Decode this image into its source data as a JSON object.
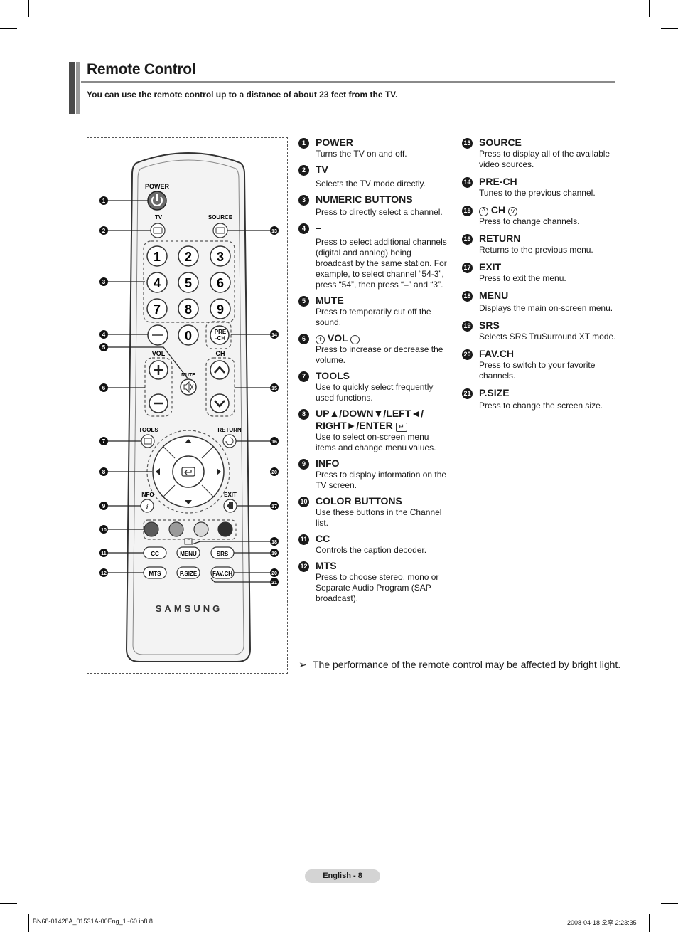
{
  "page": {
    "title": "Remote Control",
    "subtitle": "You can use the remote control up to a distance of about 23 feet from the TV.",
    "note": "The performance of the remote control may be affected by bright light.",
    "footer_label": "English - 8",
    "footer_left": "BN68-01428A_01531A-00Eng_1~60.in8   8",
    "footer_right": "2008-04-18   오후 2:23:35"
  },
  "remote": {
    "labels": {
      "power": "POWER",
      "tv": "TV",
      "source": "SOURCE",
      "vol": "VOL",
      "ch": "CH",
      "mute": "MUTE",
      "prech_1": "PRE",
      "prech_2": "-CH",
      "tools": "TOOLS",
      "return": "RETURN",
      "info": "INFO",
      "exit": "EXIT",
      "cc": "CC",
      "menu": "MENU",
      "srs": "SRS",
      "mts": "MTS",
      "psize": "P.SIZE",
      "favch": "FAV.CH",
      "brand": "SAMSUNG",
      "dash": "—"
    },
    "digits": [
      "1",
      "2",
      "3",
      "4",
      "5",
      "6",
      "7",
      "8",
      "9",
      "0"
    ],
    "callouts_left": [
      "1",
      "2",
      "3",
      "4",
      "5",
      "6",
      "7",
      "8",
      "9",
      "10",
      "11",
      "12"
    ],
    "callouts_right": [
      "13",
      "14",
      "15",
      "16",
      "20",
      "17",
      "18",
      "19",
      "20",
      "21"
    ],
    "color_buttons": [
      "#5a5a5a",
      "#9a9a9a",
      "#d8d8d8",
      "#2e2e2e"
    ]
  },
  "items_col1": [
    {
      "num": "1",
      "title": "POWER",
      "desc": "Turns the TV on and off."
    },
    {
      "num": "2",
      "title": "TV",
      "desc": "Selects the TV mode directly."
    },
    {
      "num": "3",
      "title": "NUMERIC BUTTONS",
      "desc": "Press to directly select a channel."
    },
    {
      "num": "4",
      "title": "–",
      "desc": "Press to select additional channels (digital and analog) being broadcast by the same station. For example, to select channel “54-3”, press “54”, then press “–” and “3”."
    },
    {
      "num": "5",
      "title": "MUTE",
      "desc": "Press to temporarily cut off the sound."
    },
    {
      "num": "6",
      "title": "VOL",
      "desc": "Press to increase or decrease the volume."
    },
    {
      "num": "7",
      "title": "TOOLS",
      "desc": "Use to quickly select frequently used functions."
    },
    {
      "num": "8",
      "title": "UP▲/DOWN▼/LEFT◄/ RIGHT►/ENTER",
      "desc": "Use to select on-screen menu items and change menu values."
    },
    {
      "num": "9",
      "title": "INFO",
      "desc": "Press to display information on the TV screen."
    },
    {
      "num": "10",
      "title": "COLOR BUTTONS",
      "desc": "Use these buttons in the Channel list."
    },
    {
      "num": "11",
      "title": "CC",
      "desc": "Controls the caption decoder."
    },
    {
      "num": "12",
      "title": "MTS",
      "desc": "Press to choose stereo, mono or Separate Audio Program (SAP broadcast)."
    }
  ],
  "items_col2": [
    {
      "num": "13",
      "title": "SOURCE",
      "desc": "Press to display all of the available video sources."
    },
    {
      "num": "14",
      "title": "PRE-CH",
      "desc": "Tunes to the previous channel."
    },
    {
      "num": "15",
      "title": "CH",
      "desc": "Press to change channels."
    },
    {
      "num": "16",
      "title": "RETURN",
      "desc": "Returns to the previous menu."
    },
    {
      "num": "17",
      "title": "EXIT",
      "desc": "Press to exit the menu."
    },
    {
      "num": "18",
      "title": "MENU",
      "desc": "Displays the main on-screen menu."
    },
    {
      "num": "19",
      "title": "SRS",
      "desc": "Selects SRS TruSurround XT mode."
    },
    {
      "num": "20",
      "title": "FAV.CH",
      "desc": "Press to switch to your favorite channels."
    },
    {
      "num": "21",
      "title": "P.SIZE",
      "desc": "Press to change the screen size."
    }
  ]
}
